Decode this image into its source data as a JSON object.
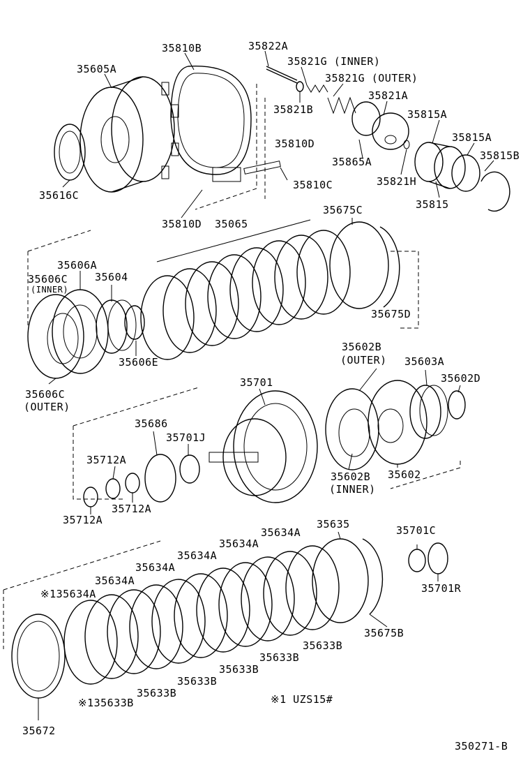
{
  "diagram_id": "350271-B",
  "note": "※1 UZS15#",
  "labels": {
    "p35605A": "35605A",
    "p35810B": "35810B",
    "p35822A": "35822A",
    "p35821G_inner": "35821G (INNER)",
    "p35821G_outer": "35821G (OUTER)",
    "p35821A": "35821A",
    "p35821B": "35821B",
    "p35815A_1": "35815A",
    "p35815A_2": "35815A",
    "p35815B": "35815B",
    "p35810D_1": "35810D",
    "p35865A": "35865A",
    "p35821H": "35821H",
    "p35815": "35815",
    "p35616C": "35616C",
    "p35810C": "35810C",
    "p35810D_2": "35810D",
    "p35065": "35065",
    "p35675C": "35675C",
    "p35606A": "35606A",
    "p35606C_inner_num": "35606C",
    "p35606C_inner_tag": "(INNER)",
    "p35604": "35604",
    "p35675D": "35675D",
    "p35606E": "35606E",
    "p35606C_outer_num": "35606C",
    "p35606C_outer_tag": "(OUTER)",
    "p35602B_outer_num": "35602B",
    "p35602B_outer_tag": "(OUTER)",
    "p35603A": "35603A",
    "p35602D": "35602D",
    "p35701": "35701",
    "p35686": "35686",
    "p35701J": "35701J",
    "p35712A_1": "35712A",
    "p35712A_2": "35712A",
    "p35712A_3": "35712A",
    "p35602B_inner_num": "35602B",
    "p35602B_inner_tag": "(INNER)",
    "p35602": "35602",
    "p35634A_1": "35634A",
    "p35634A_2": "35634A",
    "p35634A_3": "35634A",
    "p35634A_4": "35634A",
    "p35634A_5": "35634A",
    "p135634A": "※135634A",
    "p35635": "35635",
    "p35701C": "35701C",
    "p35701R": "35701R",
    "p35633B_1": "35633B",
    "p35633B_2": "35633B",
    "p35633B_3": "35633B",
    "p35633B_4": "35633B",
    "p35633B_5": "35633B",
    "p135633B": "※135633B",
    "p35675B": "35675B",
    "p35672": "35672"
  }
}
